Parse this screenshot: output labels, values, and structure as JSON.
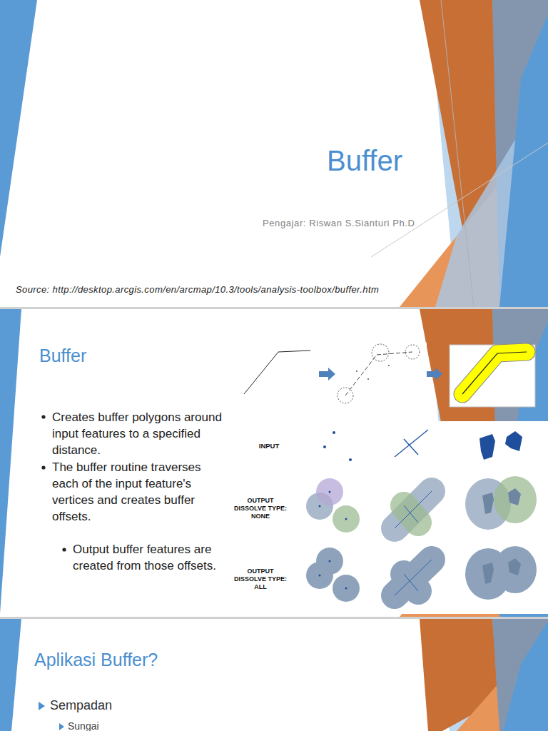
{
  "diagram": {
    "title": "Buffer",
    "labels": [
      "Pengajar: Riswan S.Sianturi Ph.D",
      "Source: http://desktop.arcgis.com/en/arcmap/10.3/tools/analysis-toolbox/buffer.htm",
      "Buffer",
      "Creates buffer polygons around input features to a specified distance.",
      "The buffer routine traverses each of the input feature's vertices and creates buffer offsets.",
      "Output buffer features are created from those offsets.",
      "INPUT",
      "OUTPUT DISSOLVE TYPE: NONE",
      "OUTPUT DISSOLVE TYPE: ALL",
      "Aplikasi Buffer?",
      "Sempadan",
      "Sungai"
    ]
  }
}
